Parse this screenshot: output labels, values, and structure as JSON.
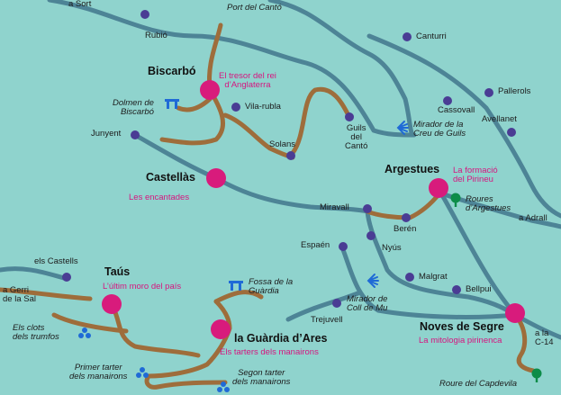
{
  "colors": {
    "background": "#8fd3cd",
    "road": "#4d8496",
    "trail": "#9e6d3b",
    "village": "#4a3c94",
    "legend_point": "#d81b7c",
    "legend_text": "#d6157f",
    "icon": "#1f6ad6",
    "tree": "#0c8c48"
  },
  "places": {
    "sort": "a Sort",
    "rubio": "Rubió",
    "port_canto": "Port del Cantó",
    "canturri": "Canturri",
    "biscarbo": "Biscarbó",
    "dolmen": "Dolmen de\nBiscarbó",
    "vilarubla": "Vila-rubla",
    "junyent": "Junyent",
    "solans": "Solans",
    "guils": "Guils\ndel\nCantó",
    "mirador_creu": "Mirador de la\nCreu de Guils",
    "cassovall": "Cassovall",
    "pallerols": "Pallerols",
    "avellanet": "Avellanet",
    "castellas": "Castellàs",
    "argestues": "Argestues",
    "roures": "Roures\nd’Argestues",
    "adrall": "a Adrall",
    "miravall": "Miravall",
    "beren": "Berén",
    "espaen": "Espaén",
    "nyus": "Nyús",
    "castells": "els Castells",
    "gerri": "a Gerri\nde la Sal",
    "taus": "Taús",
    "fossa": "Fossa de la\nGuàrdia",
    "malgrat": "Malgrat",
    "bellpui": "Bellpui",
    "mirador_coll": "Mirador de\nColl de Mu",
    "trejuvell": "Trejuvell",
    "clots": "Els clots\ndels trumfos",
    "guardia": "la Guàrdia d’Ares",
    "noves": "Noves de Segre",
    "c14": "a la\nC-14",
    "primer": "Primer tarter\ndels manairons",
    "segon": "Segon tarter\ndels manairons",
    "capdevila": "Roure del Capdevila"
  },
  "legends": {
    "tresor": "El tresor del rei\nd’Anglaterra",
    "encantades": "Les encantades",
    "formacio": "La formació\ndel Pirineu",
    "moro": "L’últim moro del país",
    "tarters": "Els tarters dels manairons",
    "mitologia": "La mitologia pirinenca"
  }
}
